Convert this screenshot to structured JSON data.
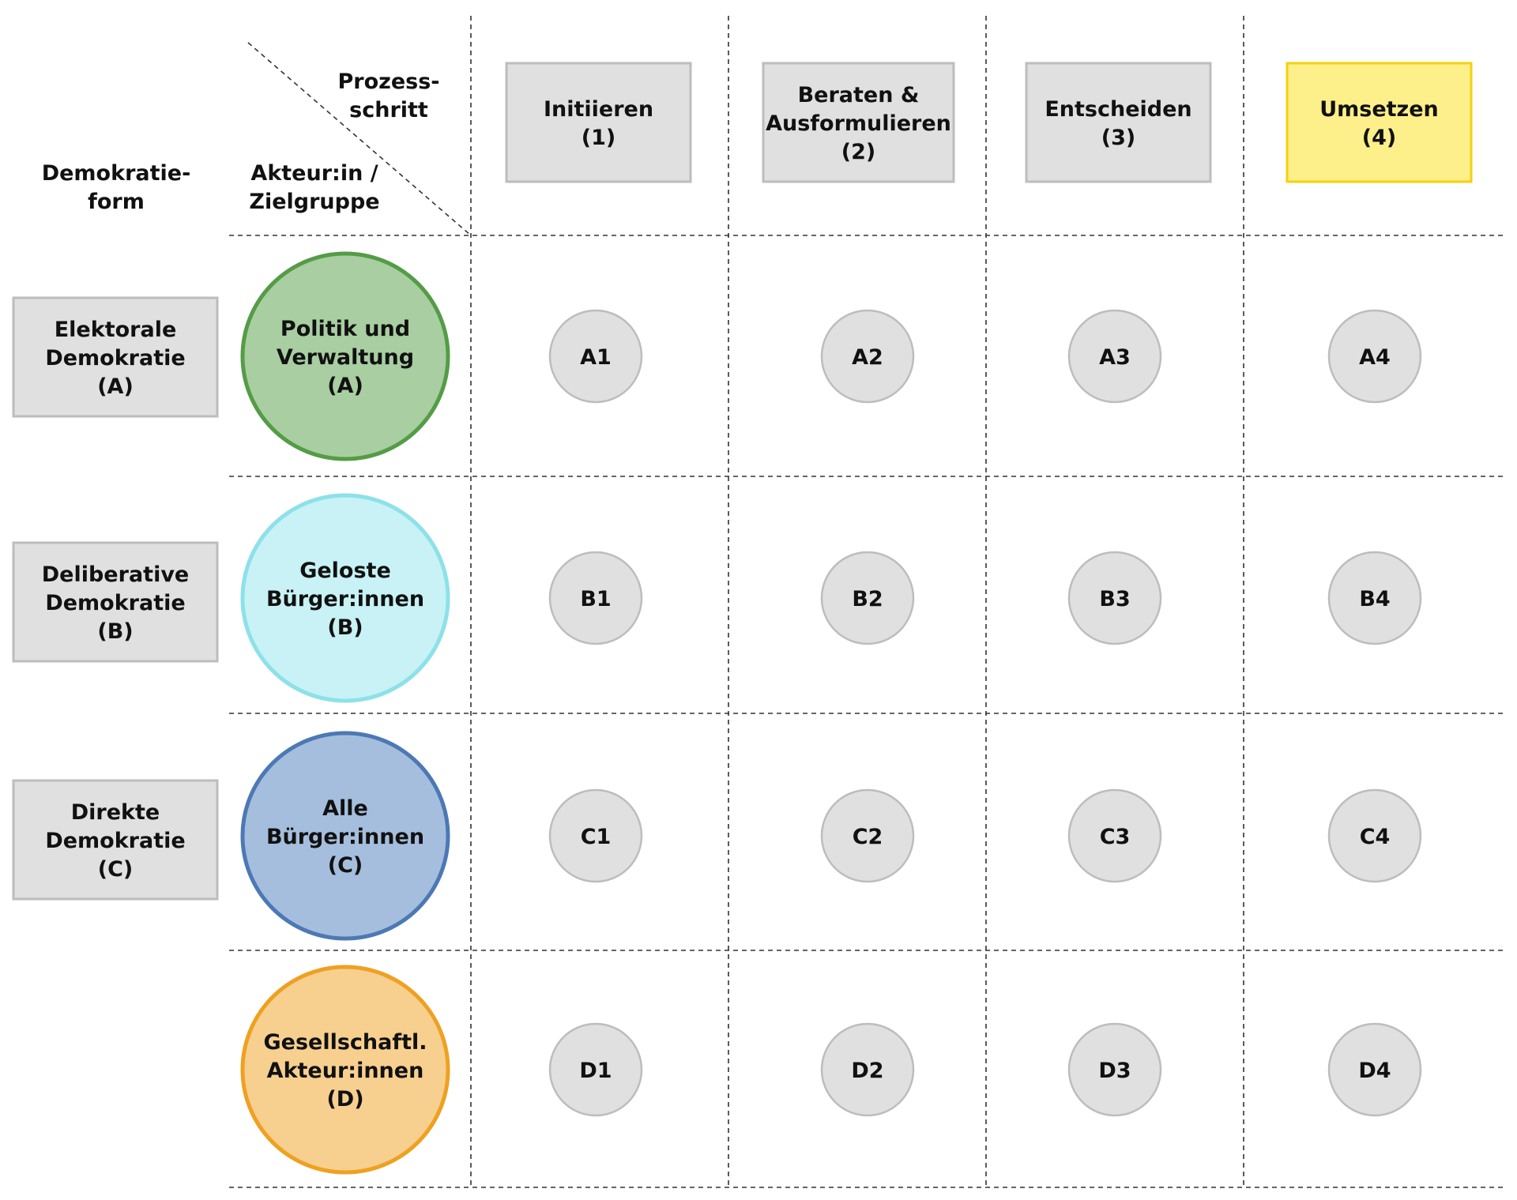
{
  "headers": {
    "demokratieform": [
      "Demokratie-",
      "form"
    ],
    "prozessschritt": [
      "Prozess-",
      "schritt"
    ],
    "akteur": [
      "Akteur:in /",
      "Zielgruppe"
    ]
  },
  "steps": [
    {
      "lines": [
        "Initiieren",
        "(1)"
      ],
      "fill": "#e0e0e0",
      "stroke": "#bdbdbd"
    },
    {
      "lines": [
        "Beraten &",
        "Ausformulieren",
        "(2)"
      ],
      "fill": "#e0e0e0",
      "stroke": "#bdbdbd"
    },
    {
      "lines": [
        "Entscheiden",
        "(3)"
      ],
      "fill": "#e0e0e0",
      "stroke": "#bdbdbd"
    },
    {
      "lines": [
        "Umsetzen",
        "(4)"
      ],
      "fill": "#fdef8a",
      "stroke": "#f4d20e"
    }
  ],
  "forms": [
    {
      "lines": [
        "Elektorale",
        "Demokratie",
        "(A)"
      ]
    },
    {
      "lines": [
        "Deliberative",
        "Demokratie",
        "(B)"
      ]
    },
    {
      "lines": [
        "Direkte",
        "Demokratie",
        "(C)"
      ]
    }
  ],
  "actors": [
    {
      "lines": [
        "Politik und",
        "Verwaltung",
        "(A)"
      ],
      "fill": "#a8cea1",
      "stroke": "#549c46"
    },
    {
      "lines": [
        "Geloste",
        "Bürger:innen",
        "(B)"
      ],
      "fill": "#c8f2f5",
      "stroke": "#8de1e9"
    },
    {
      "lines": [
        "Alle",
        "Bürger:innen",
        "(C)"
      ],
      "fill": "#a5bedd",
      "stroke": "#4c79b4"
    },
    {
      "lines": [
        "Gesellschaftl.",
        "Akteur:innen",
        "(D)"
      ],
      "fill": "#f7cf8f",
      "stroke": "#eea121"
    }
  ],
  "cells": [
    [
      "A1",
      "A2",
      "A3",
      "A4"
    ],
    [
      "B1",
      "B2",
      "B3",
      "B4"
    ],
    [
      "C1",
      "C2",
      "C3",
      "C4"
    ],
    [
      "D1",
      "D2",
      "D3",
      "D4"
    ]
  ],
  "colors": {
    "cell_fill": "#e0e0e0",
    "cell_stroke": "#bdbdbd",
    "box_fill": "#e0e0e0",
    "box_stroke": "#bdbdbd"
  }
}
